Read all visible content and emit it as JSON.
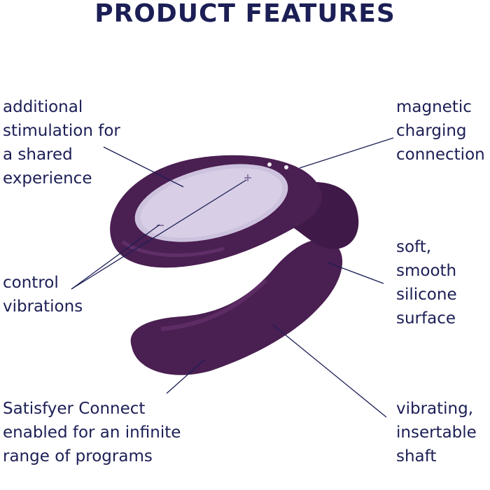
{
  "title": "PRODUCT FEATURES",
  "features": {
    "shared": [
      "additional",
      "stimulation for",
      "a shared",
      "experience"
    ],
    "charging": [
      "magnetic",
      "charging",
      "connection"
    ],
    "control": [
      "control",
      "vibrations"
    ],
    "surface": [
      "soft,",
      "smooth",
      "silicone",
      "surface"
    ],
    "app": [
      "Satisfyer Connect",
      "enabled for an infinite",
      "range of programs"
    ],
    "shaft": [
      "vibrating,",
      "insertable",
      "shaft"
    ]
  },
  "colors": {
    "text": "#1c1f55",
    "body": "#4a1f52",
    "body_highlight": "#6a3572",
    "pad": "#cdc2dd"
  },
  "icons": [
    "plus-icon",
    "minus-icon"
  ]
}
